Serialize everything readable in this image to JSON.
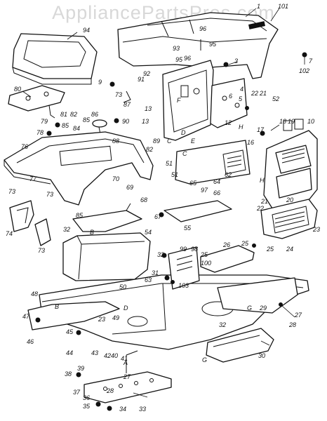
{
  "watermark": "AppliancePartsPros.com",
  "callouts": [
    {
      "id": "c1",
      "text": "1"
    },
    {
      "id": "c101",
      "text": "101"
    },
    {
      "id": "c94",
      "text": "94"
    },
    {
      "id": "c96a",
      "text": "96"
    },
    {
      "id": "c93",
      "text": "93"
    },
    {
      "id": "c95a",
      "text": "95"
    },
    {
      "id": "c95b",
      "text": "95"
    },
    {
      "id": "c96b",
      "text": "96"
    },
    {
      "id": "c7",
      "text": "7"
    },
    {
      "id": "c102",
      "text": "102"
    },
    {
      "id": "c3",
      "text": "3"
    },
    {
      "id": "c9",
      "text": "9"
    },
    {
      "id": "c92",
      "text": "92"
    },
    {
      "id": "c91",
      "text": "91"
    },
    {
      "id": "c80",
      "text": "80"
    },
    {
      "id": "c73a",
      "text": "73"
    },
    {
      "id": "c87",
      "text": "87"
    },
    {
      "id": "c13a",
      "text": "13"
    },
    {
      "id": "c4",
      "text": "4"
    },
    {
      "id": "c5",
      "text": "5"
    },
    {
      "id": "c6",
      "text": "6"
    },
    {
      "id": "c22a",
      "text": "22"
    },
    {
      "id": "c21a",
      "text": "21"
    },
    {
      "id": "c52",
      "text": "52"
    },
    {
      "id": "c86",
      "text": "86"
    },
    {
      "id": "c81",
      "text": "81"
    },
    {
      "id": "c82a",
      "text": "82"
    },
    {
      "id": "c79",
      "text": "79"
    },
    {
      "id": "c85a",
      "text": "85"
    },
    {
      "id": "c78",
      "text": "78"
    },
    {
      "id": "c84",
      "text": "84"
    },
    {
      "id": "c85b",
      "text": "85"
    },
    {
      "id": "c90",
      "text": "90"
    },
    {
      "id": "c13b",
      "text": "13"
    },
    {
      "id": "c12",
      "text": "12"
    },
    {
      "id": "c18",
      "text": "18"
    },
    {
      "id": "c19",
      "text": "19"
    },
    {
      "id": "c10",
      "text": "10"
    },
    {
      "id": "c17",
      "text": "17"
    },
    {
      "id": "c16",
      "text": "16"
    },
    {
      "id": "c76",
      "text": "76"
    },
    {
      "id": "c88",
      "text": "88"
    },
    {
      "id": "c89",
      "text": "89"
    },
    {
      "id": "c82b",
      "text": "82"
    },
    {
      "id": "c51a",
      "text": "51"
    },
    {
      "id": "c51b",
      "text": "51"
    },
    {
      "id": "c65",
      "text": "65"
    },
    {
      "id": "c97",
      "text": "97"
    },
    {
      "id": "c64",
      "text": "64"
    },
    {
      "id": "c62",
      "text": "62"
    },
    {
      "id": "c66",
      "text": "66"
    },
    {
      "id": "c77",
      "text": "77"
    },
    {
      "id": "c70",
      "text": "70"
    },
    {
      "id": "c69",
      "text": "69"
    },
    {
      "id": "c20",
      "text": "20"
    },
    {
      "id": "c21b",
      "text": "21"
    },
    {
      "id": "c22b",
      "text": "22"
    },
    {
      "id": "c73b",
      "text": "73"
    },
    {
      "id": "c73c",
      "text": "73"
    },
    {
      "id": "c68",
      "text": "68"
    },
    {
      "id": "c67",
      "text": "67"
    },
    {
      "id": "c55",
      "text": "55"
    },
    {
      "id": "c74",
      "text": "74"
    },
    {
      "id": "c85c",
      "text": "85"
    },
    {
      "id": "c23",
      "text": "23"
    },
    {
      "id": "c32a",
      "text": "32"
    },
    {
      "id": "c73d",
      "text": "73"
    },
    {
      "id": "c54",
      "text": "54"
    },
    {
      "id": "c24",
      "text": "24"
    },
    {
      "id": "c26",
      "text": "26"
    },
    {
      "id": "c99",
      "text": "99"
    },
    {
      "id": "c98",
      "text": "98"
    },
    {
      "id": "c32b",
      "text": "32"
    },
    {
      "id": "c25a",
      "text": "25"
    },
    {
      "id": "c25b",
      "text": "25"
    },
    {
      "id": "c25c",
      "text": "25"
    },
    {
      "id": "c100",
      "text": "100"
    },
    {
      "id": "c31",
      "text": "31"
    },
    {
      "id": "c63",
      "text": "63"
    },
    {
      "id": "c103",
      "text": "103"
    },
    {
      "id": "c50",
      "text": "50"
    },
    {
      "id": "c48",
      "text": "48"
    },
    {
      "id": "c29",
      "text": "29"
    },
    {
      "id": "c49",
      "text": "49"
    },
    {
      "id": "c47",
      "text": "47"
    },
    {
      "id": "c27a",
      "text": "27"
    },
    {
      "id": "c28a",
      "text": "28"
    },
    {
      "id": "c23b",
      "text": "23"
    },
    {
      "id": "c32c",
      "text": "32"
    },
    {
      "id": "c46",
      "text": "46"
    },
    {
      "id": "c45",
      "text": "45"
    },
    {
      "id": "c44",
      "text": "44"
    },
    {
      "id": "c43",
      "text": "43"
    },
    {
      "id": "c4240",
      "text": "4240"
    },
    {
      "id": "c41",
      "text": "41"
    },
    {
      "id": "c39",
      "text": "39"
    },
    {
      "id": "c38",
      "text": "38"
    },
    {
      "id": "c30",
      "text": "30"
    },
    {
      "id": "c27b",
      "text": "27"
    },
    {
      "id": "c37",
      "text": "37"
    },
    {
      "id": "c28b",
      "text": "28"
    },
    {
      "id": "c36",
      "text": "36"
    },
    {
      "id": "c35",
      "text": "35"
    },
    {
      "id": "c34",
      "text": "34"
    },
    {
      "id": "c33",
      "text": "33"
    }
  ],
  "connector_letters": [
    {
      "id": "lF",
      "text": "F"
    },
    {
      "id": "lH1",
      "text": "H"
    },
    {
      "id": "lC1",
      "text": "C"
    },
    {
      "id": "lD1",
      "text": "D"
    },
    {
      "id": "lE",
      "text": "E"
    },
    {
      "id": "lC2",
      "text": "C"
    },
    {
      "id": "lH2",
      "text": "H"
    },
    {
      "id": "lB1",
      "text": "B"
    },
    {
      "id": "lB2",
      "text": "B"
    },
    {
      "id": "lD2",
      "text": "D"
    },
    {
      "id": "lG1",
      "text": "G"
    },
    {
      "id": "lA",
      "text": "A"
    },
    {
      "id": "lG2",
      "text": "G"
    }
  ]
}
